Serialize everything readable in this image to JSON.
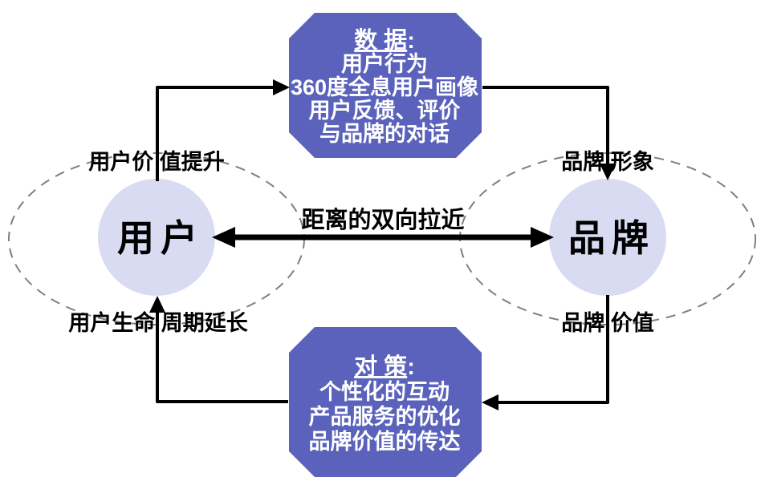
{
  "diagram": {
    "left_entity": {
      "label": "用户"
    },
    "right_entity": {
      "label": "品牌"
    },
    "center_arrow_label": "距离的双向拉近",
    "labels": {
      "top_left": "用户价 值提升",
      "bottom_left": "用户生命 周期延长",
      "top_right": "品牌 形象",
      "bottom_right": "品牌 价值"
    },
    "data_box": {
      "title": "数 据",
      "colon": ":",
      "lines": [
        "用户行为",
        "360度全息用户画像",
        "用户反馈、评价",
        "与品牌的对话"
      ]
    },
    "strategy_box": {
      "title": "对 策",
      "colon": ":",
      "lines": [
        "个性化的互动",
        "产品服务的优化",
        "品牌价值的传达"
      ]
    },
    "colors": {
      "box_fill": "#5A62BB",
      "node_fill": "#D9DBF3",
      "line": "#000000",
      "dashed_stroke": "#7F7F7F",
      "box_text": "#FFFFFF",
      "label_text": "#000000"
    }
  }
}
